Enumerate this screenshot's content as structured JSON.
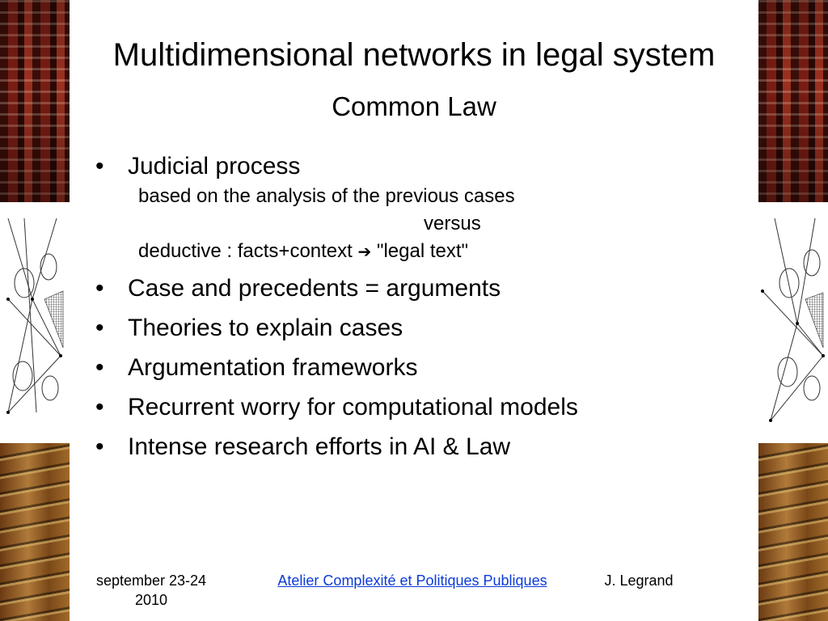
{
  "slide": {
    "title": "Multidimensional networks in legal system",
    "subtitle": "Common Law"
  },
  "content": {
    "bullet_1": "Judicial process",
    "sub_1": "based on the analysis of the previous cases",
    "sub_2": "versus",
    "sub_3_prefix": "deductive : facts+context",
    "sub_3_arrow": "➔",
    "sub_3_suffix": " \"legal text\"",
    "bullets": [
      "Case and precedents = arguments",
      "Theories to explain cases",
      "Argumentation frameworks",
      "Recurrent worry for computational models",
      "Intense research efforts in AI & Law"
    ]
  },
  "footer": {
    "date_line_1": "september 23-24",
    "date_line_2": "2010",
    "link_text": "Atelier Complexité et Politiques Publiques",
    "author": "J. Legrand"
  },
  "colors": {
    "link": "#0b3bd6",
    "background": "#ffffff"
  },
  "icons": {
    "arrow": "right-arrow-icon"
  }
}
